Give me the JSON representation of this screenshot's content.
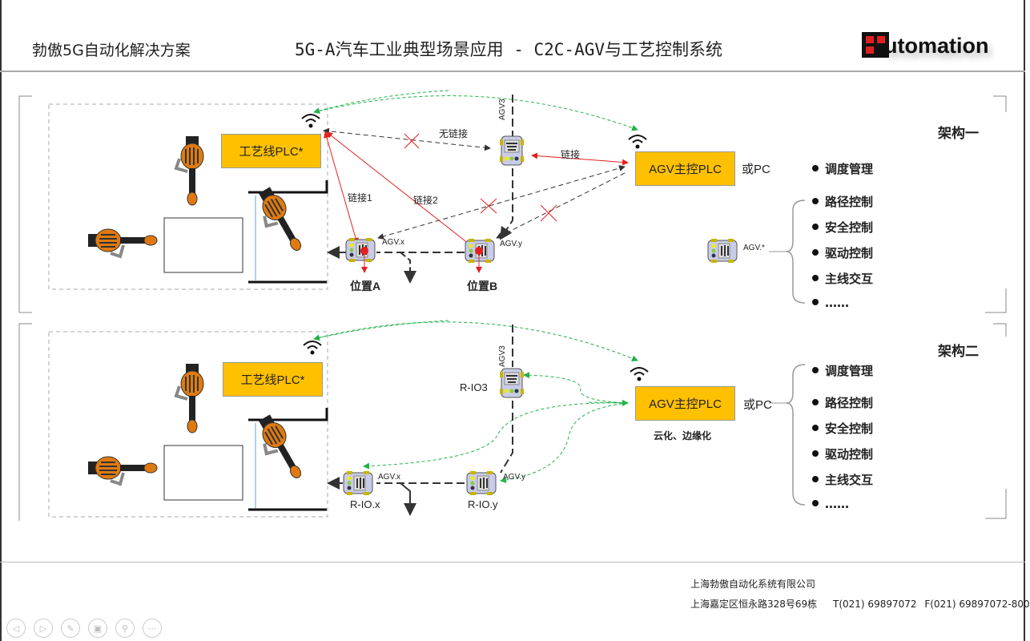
{
  "header": {
    "brand": "勃傲5G自动化解决方案",
    "title": "5G-A汽车工业典型场景应用 - C2C-AGV与工艺控制系统",
    "logo_text": "utomation"
  },
  "colors": {
    "plc_fill": "#ffc000",
    "link_red": "#e52020",
    "link_green": "#22b14c",
    "link_dark": "#333333",
    "logo_red": "#e02020"
  },
  "arch1": {
    "title": "架构一",
    "process_plc": "工艺线PLC*",
    "agv_plc": "AGV主控PLC",
    "or_pc": "或PC",
    "no_link": "无链接",
    "link": "链接",
    "link1": "链接1",
    "link2": "链接2",
    "agv3": "AGV3",
    "agv_x": "AGV.x",
    "agv_y": "AGV.y",
    "agv_any": "AGV.*",
    "position_a": "位置A",
    "position_b": "位置B",
    "bullets_top": "调度管理",
    "bullets": [
      "路径控制",
      "安全控制",
      "驱动控制",
      "主线交互",
      "……"
    ]
  },
  "arch2": {
    "title": "架构二",
    "process_plc": "工艺线PLC*",
    "agv_plc": "AGV主控PLC",
    "or_pc": "或PC",
    "cloud_edge": "云化、边缘化",
    "agv3": "AGV3",
    "rio3": "R-IO3",
    "agv_x": "AGV.x",
    "agv_y": "AGV.y",
    "rio_x": "R-IO.x",
    "rio_y": "R-IO.y",
    "bullets": [
      "调度管理",
      "路径控制",
      "安全控制",
      "驱动控制",
      "主线交互",
      "……"
    ]
  },
  "footer": {
    "company": "上海勃傲自动化系统有限公司",
    "address": "上海嘉定区恒永路328号69栋",
    "phone": "T(021) 69897072",
    "fax": "F(021) 69897072-800"
  },
  "nav": {
    "prev": "◁",
    "next": "▷",
    "pen": "✎",
    "slides": "▣",
    "zoom": "⚲",
    "more": "⋯"
  }
}
